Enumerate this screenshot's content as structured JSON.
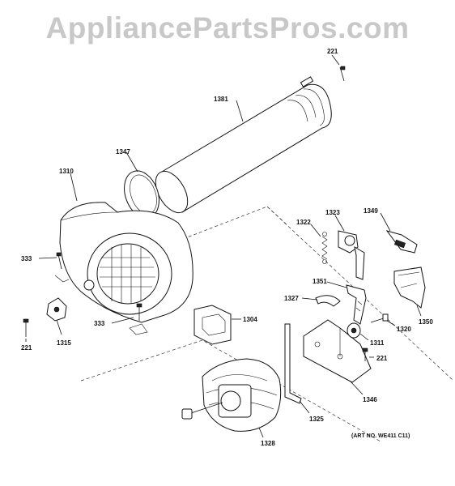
{
  "watermark": "AppliancePartsPros.com",
  "art_number": "(ART NO. WE411 C11)",
  "callouts": {
    "p221_top": "221",
    "p1381": "1381",
    "p1347": "1347",
    "p1310": "1310",
    "p333_left": "333",
    "p333_bottom": "333",
    "p1315": "1315",
    "p221_left": "221",
    "p1304": "1304",
    "p1328": "1328",
    "p1325": "1325",
    "p1346": "1346",
    "p221_right": "221",
    "p1311": "1311",
    "p1320": "1320",
    "p1350": "1350",
    "p1327": "1327",
    "p1351": "1351",
    "p1322": "1322",
    "p1323": "1323",
    "p1349": "1349"
  }
}
